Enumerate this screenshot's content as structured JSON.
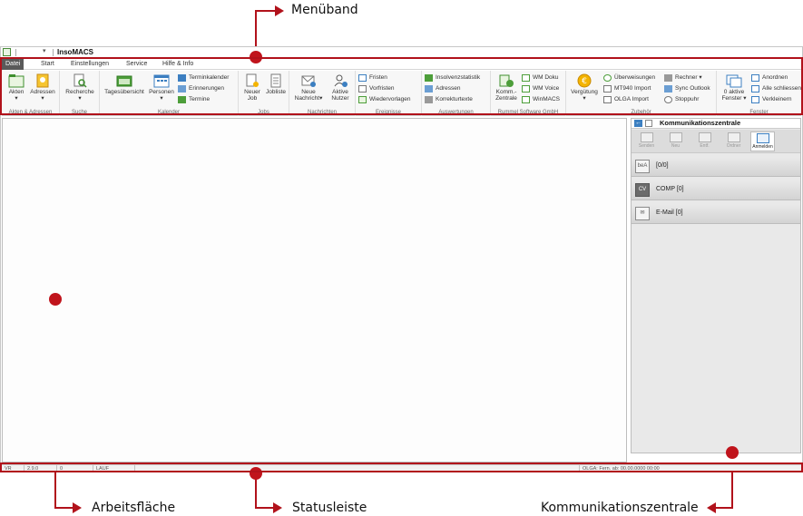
{
  "callouts": {
    "menuband": "Menüband",
    "arbeitsflaeche": "Arbeitsfläche",
    "statusleiste": "Statusleiste",
    "kommunikationszentrale": "Kommunikationszentrale"
  },
  "window": {
    "title": "InsoMACS",
    "qa_dropdown": "▾"
  },
  "tabs": [
    {
      "label": "Datei",
      "active": true
    },
    {
      "label": "Start"
    },
    {
      "label": "Einstellungen"
    },
    {
      "label": "Service"
    },
    {
      "label": "Hilfe & Info"
    }
  ],
  "ribbon": {
    "groups": {
      "akten_adressen": "Akten & Adressen",
      "suche": "Suche",
      "kalender": "Kalender",
      "jobs": "Jobs",
      "nachrichten": "Nachrichten",
      "ereignisse": "Ereignisse",
      "auswertungen": "Auswertungen",
      "rummel": "Rummel Software GmbH",
      "zubehoer": "Zubehör",
      "fenster": "Fenster"
    },
    "buttons": {
      "akten": "Akten",
      "adressen": "Adressen",
      "recherche": "Recherche",
      "tagesuebersicht": "Tagesübersicht",
      "personen": "Personen",
      "terminkalender": "Terminkalender",
      "erinnerungen": "Erinnerungen",
      "termine": "Termine",
      "neuer_job_1": "Neuer",
      "neuer_job_2": "Job",
      "jobliste": "Jobliste",
      "neue_nachricht_1": "Neue",
      "neue_nachricht_2": "Nachricht",
      "aktive_nutzer_1": "Aktive",
      "aktive_nutzer_2": "Nutzer",
      "fristen": "Fristen",
      "vorfristen": "Vorfristen",
      "wiedervorlagen": "Wiedervorlagen",
      "insolvenzstatistik": "Insolvenzstatistik",
      "adressen_ausw": "Adressen",
      "korrekturtexte": "Korrekturtexte",
      "komm_zentrale_1": "Komm.-",
      "komm_zentrale_2": "Zentrale",
      "wm_doku": "WM Doku",
      "wm_voice": "WM Voice",
      "winmacs": "WinMACS",
      "verguetung": "Vergütung",
      "ueberweisungen": "Überweisungen",
      "mt940_import": "MT940 Import",
      "olga_import": "OLGA Import",
      "rechner": "Rechner",
      "sync_outlook": "Sync Outlook",
      "stoppuhr": "Stoppuhr",
      "aktive_fenster_1": "0 aktive",
      "aktive_fenster_2": "Fenster",
      "anordnen": "Anordnen",
      "alle_schliessen": "Alle schliessen",
      "verkleinern": "Verkleinern"
    }
  },
  "kommunikationszentrale": {
    "title": "Kommunikationszentrale",
    "toolbar": [
      {
        "label": "Senden"
      },
      {
        "label": "Neu"
      },
      {
        "label": "Entf."
      },
      {
        "label": "Ordner"
      },
      {
        "label": "Anmelden",
        "active": true
      }
    ],
    "rows": [
      {
        "label": "[0/0]",
        "icon": "beA"
      },
      {
        "label": "COMP [0]",
        "icon": "CV"
      },
      {
        "label": "E-Mail [0]",
        "icon": "✉"
      }
    ]
  },
  "statusbar": {
    "cells": [
      "VR",
      "2.9.0",
      "0",
      "LAUF"
    ],
    "right": "OLGA: Fern. ab: 00.00.0000 00:00"
  },
  "colors": {
    "accent_red": "#b1121b",
    "active_tab": "#5a5a5a",
    "link_blue": "#3c7fc1"
  }
}
